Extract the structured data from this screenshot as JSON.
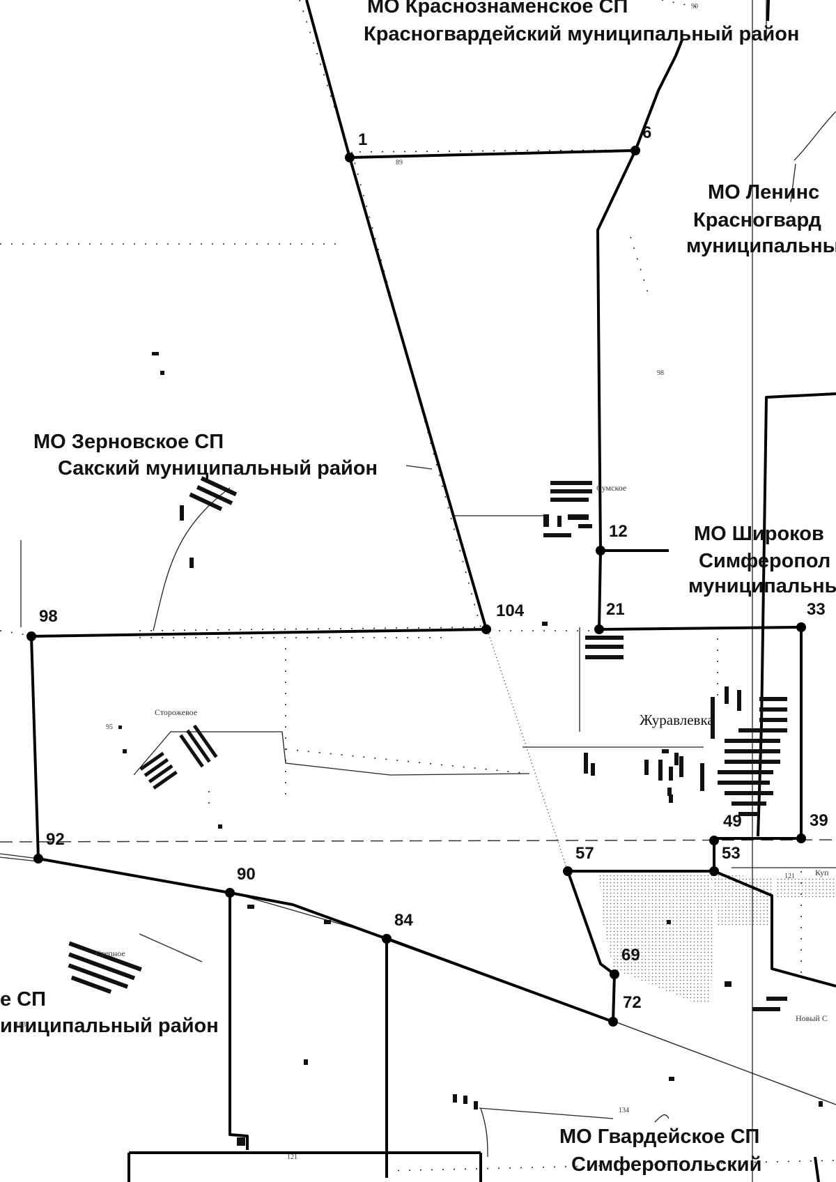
{
  "map": {
    "regions": [
      {
        "id": "krasnoznamenskoe",
        "lines": [
          "МО Краснознаменское СП",
          "Красногвардейский муниципальный район"
        ]
      },
      {
        "id": "leninskoe",
        "lines": [
          "МО Ленинс",
          "Красногвард",
          "муниципальны"
        ]
      },
      {
        "id": "zernovskoe",
        "lines": [
          "МО Зерновское СП",
          "Сакский муниципальный район"
        ]
      },
      {
        "id": "shirokovskoe",
        "lines": [
          "МО Широков",
          "Симферопол",
          "муниципальны"
        ]
      },
      {
        "id": "west-partial",
        "lines": [
          "е СП",
          "иниципальный район"
        ]
      },
      {
        "id": "gvardeyskoe",
        "lines": [
          "МО Гвардейское  СП",
          "Симферопольский"
        ]
      }
    ],
    "vertices": [
      {
        "id": "1",
        "label": "1"
      },
      {
        "id": "6",
        "label": "6"
      },
      {
        "id": "12",
        "label": "12"
      },
      {
        "id": "21",
        "label": "21"
      },
      {
        "id": "33",
        "label": "33"
      },
      {
        "id": "39",
        "label": "39"
      },
      {
        "id": "49",
        "label": "49"
      },
      {
        "id": "53",
        "label": "53"
      },
      {
        "id": "57",
        "label": "57"
      },
      {
        "id": "69",
        "label": "69"
      },
      {
        "id": "72",
        "label": "72"
      },
      {
        "id": "84",
        "label": "84"
      },
      {
        "id": "90",
        "label": "90"
      },
      {
        "id": "92",
        "label": "92"
      },
      {
        "id": "98",
        "label": "98"
      },
      {
        "id": "104",
        "label": "104"
      }
    ],
    "settlements": [
      {
        "id": "zhuravlevka",
        "name": "Журавлевка"
      },
      {
        "id": "storozhevoe",
        "name": "Сторожевое"
      },
      {
        "id": "sumskoe",
        "name": "Сумское"
      },
      {
        "id": "stepnoe",
        "name": "Степное"
      },
      {
        "id": "novy",
        "name": "Новый С"
      },
      {
        "id": "kup",
        "name": "Куп"
      }
    ],
    "spot_numbers": [
      "90",
      "89",
      "98",
      "95",
      "121",
      "103",
      "134",
      "121"
    ]
  }
}
